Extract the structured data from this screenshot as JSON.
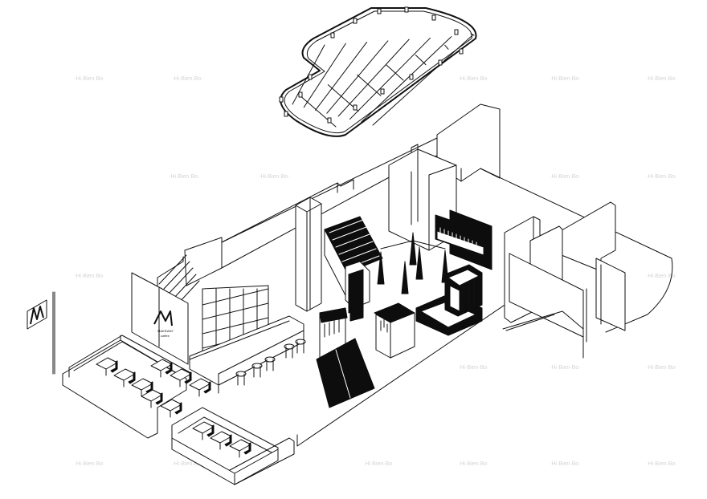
{
  "logo": {
    "mark": "M",
    "wordmark": "MAKEWAY",
    "tagline": "coffee"
  },
  "watermark": {
    "text": "·Hi·Bien·Bo·"
  },
  "colors": {
    "line": "#111111",
    "fill_dark": "#0d0d0d",
    "background": "#ffffff",
    "watermark": "#d4d4d4"
  }
}
